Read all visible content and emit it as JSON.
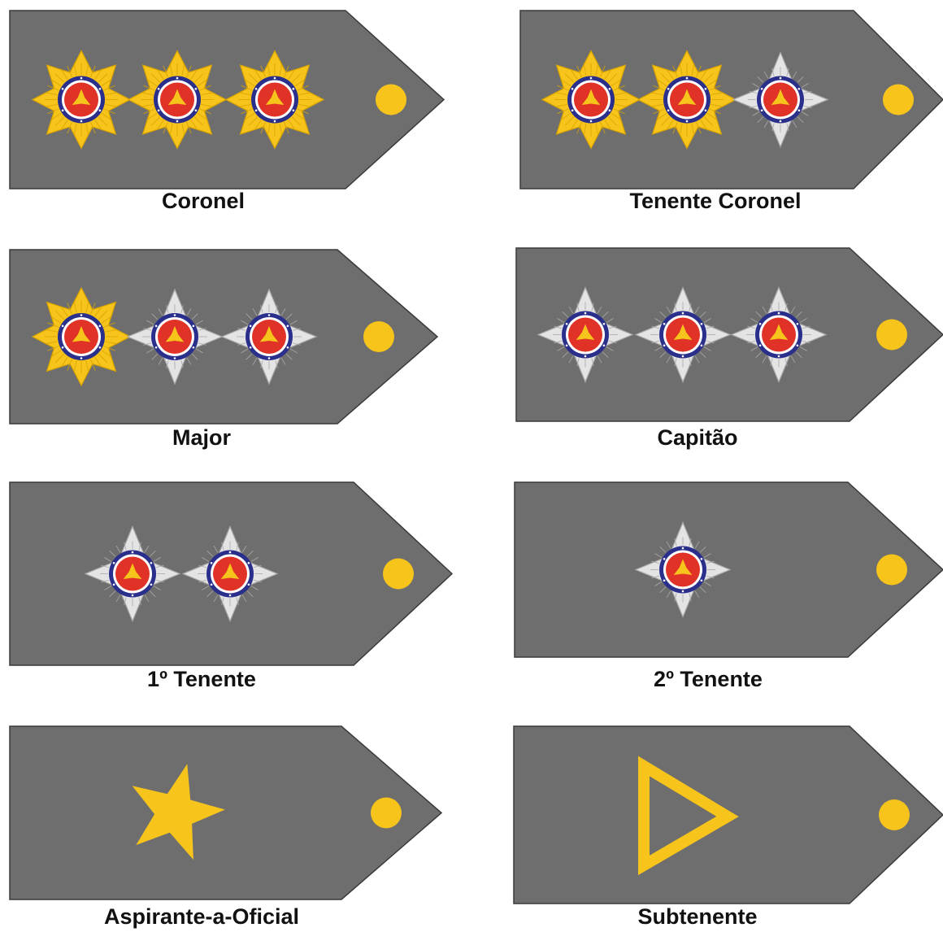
{
  "colors": {
    "strap_fill": "#6e6e6e",
    "strap_stroke": "#3a3a3a",
    "button": "#f6c41b",
    "gold": "#f6c41b",
    "gold_dark": "#d9a400",
    "silver": "#e4e4e4",
    "silver_dark": "#a9a9a9",
    "ring": "#2a2f8c",
    "center": "#e03226",
    "emblem": "#f6c41b"
  },
  "insignia": [
    {
      "rank": "Coronel",
      "badges": [
        "gold-star-badge",
        "gold-star-badge",
        "gold-star-badge"
      ]
    },
    {
      "rank": "Tenente Coronel",
      "badges": [
        "gold-star-badge",
        "gold-star-badge",
        "silver-star-badge"
      ]
    },
    {
      "rank": "Major",
      "badges": [
        "gold-star-badge",
        "silver-star-badge",
        "silver-star-badge"
      ]
    },
    {
      "rank": "Capitão",
      "badges": [
        "silver-star-badge",
        "silver-star-badge",
        "silver-star-badge"
      ]
    },
    {
      "rank": "1º Tenente",
      "badges": [
        "silver-star-badge",
        "silver-star-badge"
      ]
    },
    {
      "rank": "2º Tenente",
      "badges": [
        "silver-star-badge"
      ]
    },
    {
      "rank": "Aspirante-a-Oficial",
      "badges": [
        "gold-five-point-star"
      ]
    },
    {
      "rank": "Subtenente",
      "badges": [
        "gold-triangle-outline"
      ]
    }
  ]
}
